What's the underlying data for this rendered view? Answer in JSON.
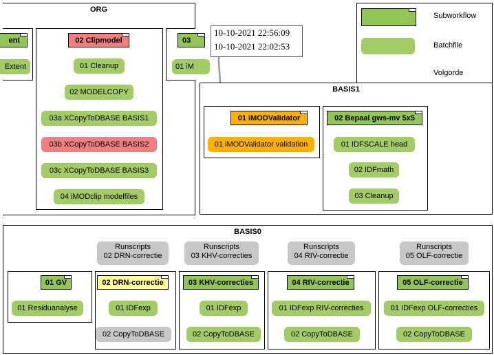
{
  "legend": {
    "subworkflow": "Subworkflow",
    "batchfile": "Batchfile",
    "order": "Volgorde",
    "colors": {
      "subworkflow": "#93c456",
      "batchfile": "#a3cc66"
    }
  },
  "timestamps": [
    "10-10-2021 22:56:09",
    "10-10-2021 22:02:53"
  ],
  "org": {
    "title": "ORG",
    "left_sub": "ent",
    "left_batch": "Extent",
    "clip_sub": "02 Clipmodel",
    "clip_steps": [
      "01 Cleanup",
      "02 MODELCOPY",
      "03a XCopyToDBASE BASIS1",
      "03b XCopyToDBASE BASIS2",
      "03c XCopyToDBASE BASIS3",
      "04 iMODclip modelfiles"
    ],
    "right_sub": "03",
    "right_batch": "01 iM"
  },
  "basis1": {
    "title": "BASIS1",
    "validator_sub": "01 iMODValidator",
    "validator_step": "01 iMODValidator validation",
    "gws_sub": "02 Bepaal gws-mv 5x5",
    "gws_steps": [
      "01 IDFSCALE head",
      "02 IDFmath",
      "03 Cleanup"
    ]
  },
  "basis0": {
    "title": "BASIS0",
    "runscripts": [
      {
        "line1": "Runscripts",
        "line2": "02 DRN-correctie"
      },
      {
        "line1": "Runscripts",
        "line2": "03 KHV-correcties"
      },
      {
        "line1": "Runscripts",
        "line2": "04 RIV-correctie"
      },
      {
        "line1": "Runscripts",
        "line2": "05 OLF-correctie"
      }
    ],
    "gv_sub": "01 GV",
    "gv_step": "01 Residuanalyse",
    "drn_sub": "02 DRN-correctie",
    "drn_steps": [
      "01 IDFexp",
      "02 CopyToDBASE"
    ],
    "khv_sub": "03 KHV-correcties",
    "khv_steps": [
      "01 IDFexp",
      "02 CopyToDBASE"
    ],
    "riv_sub": "04 RIV-correctie",
    "riv_steps": [
      "01 IDFexp RIV-correcties",
      "02 CopyToDBASE"
    ],
    "olf_sub": "05 OLF-correctie",
    "olf_steps": [
      "01 IDFexp OLF-correcties",
      "02 CopyToDBASE"
    ]
  }
}
